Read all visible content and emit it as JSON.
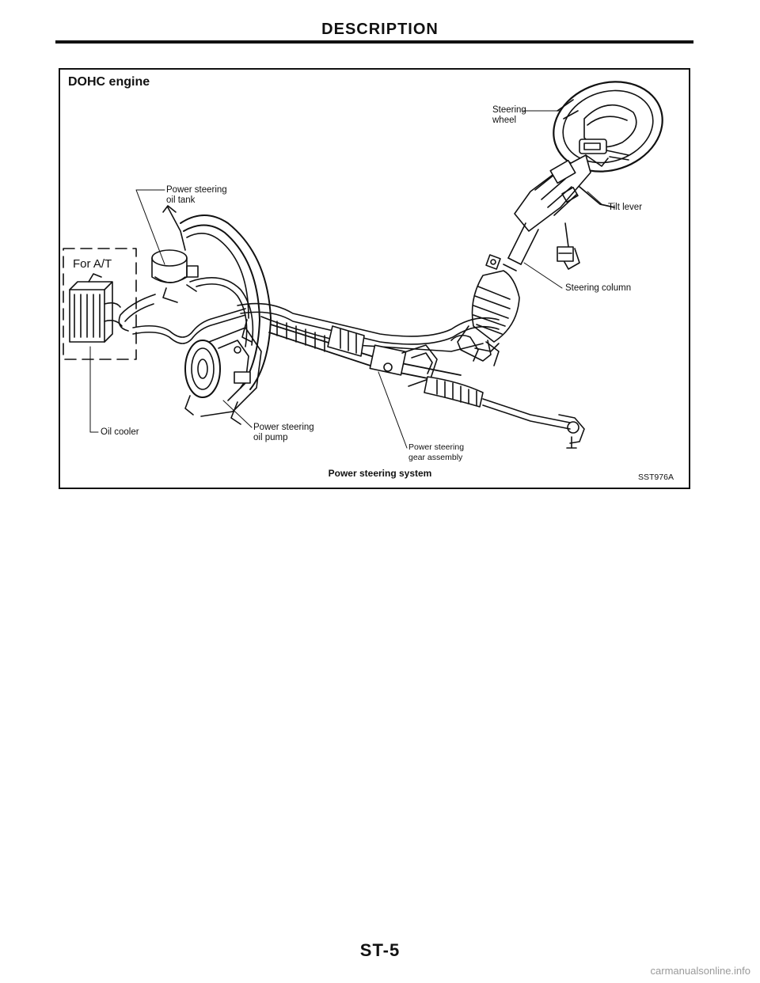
{
  "page": {
    "heading": "DESCRIPTION",
    "page_number": "ST-5",
    "watermark": "carmanualsonline.info"
  },
  "figure": {
    "title": "DOHC engine",
    "inset_label": "For A/T",
    "caption": "Power steering system",
    "figure_code": "SST976A",
    "callouts": {
      "steering_wheel": [
        "Steering",
        "wheel"
      ],
      "oil_tank": [
        "Power steering",
        "oil tank"
      ],
      "tilt_lever": "Tilt lever",
      "steering_column": "Steering column",
      "oil_cooler": "Oil cooler",
      "oil_pump": [
        "Power steering",
        "oil pump"
      ],
      "gear_assembly": [
        "Power steering",
        "gear assembly"
      ]
    }
  }
}
